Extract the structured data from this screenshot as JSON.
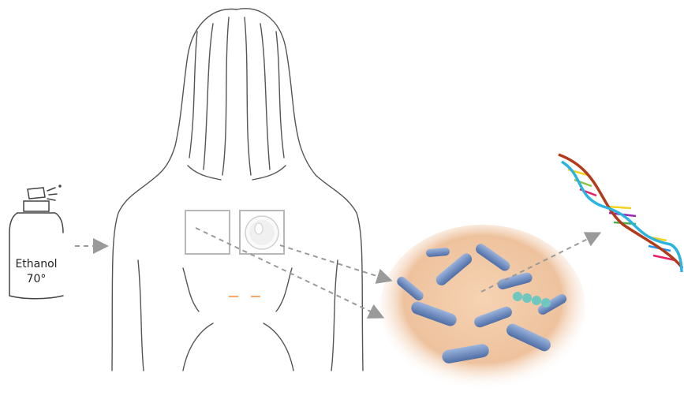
{
  "spray_label": {
    "line1": "Ethanol",
    "line2": "70°"
  },
  "icons": [
    "spray-bottle-icon",
    "woman-back-figure",
    "swab-disc-icon",
    "bacteria-illustration",
    "dna-helix-icon"
  ],
  "colors": {
    "outline": "#555555",
    "arrow": "#9a9a9a",
    "box": "#b8b8b8",
    "skin": "#f1c9a5",
    "bacteria": "#6f8fc4",
    "dna_backbone_red": "#b33a1a",
    "dna_backbone_blue": "#2bb4e0"
  }
}
